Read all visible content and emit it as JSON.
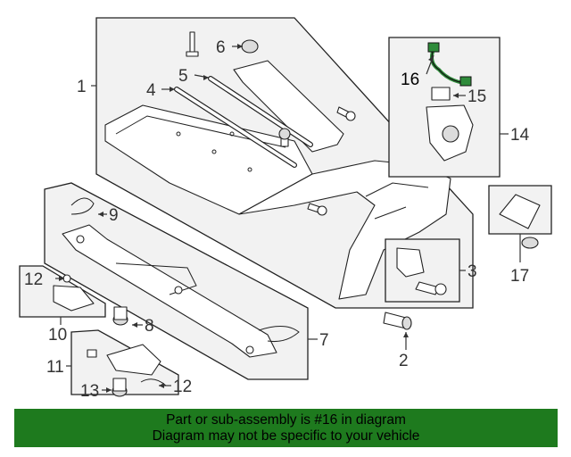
{
  "callouts": {
    "c1": "1",
    "c2": "2",
    "c3": "3",
    "c4": "4",
    "c5": "5",
    "c6": "6",
    "c7": "7",
    "c8": "8",
    "c9": "9",
    "c10": "10",
    "c11": "11",
    "c12a": "12",
    "c12b": "12",
    "c13": "13",
    "c14": "14",
    "c15": "15",
    "c16": "16",
    "c17": "17"
  },
  "banner": {
    "line1": "Part or sub-assembly is #16 in diagram",
    "line2": "Diagram may not be specific to your vehicle"
  },
  "colors": {
    "banner_bg": "#1e7a1e",
    "highlight_part": "#2e8b3a"
  }
}
